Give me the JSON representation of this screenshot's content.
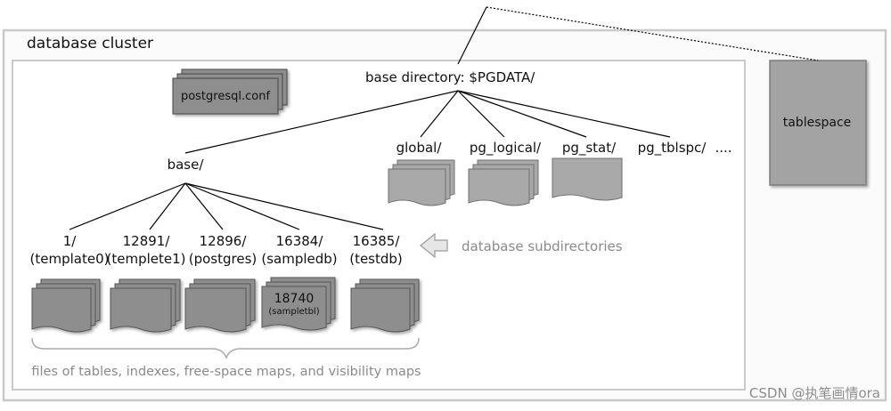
{
  "title": "database cluster",
  "base_directory": "base directory: $PGDATA/",
  "config_file": "postgresql.conf",
  "base_dir": "base/",
  "subdirs": [
    "global/",
    "pg_logical/",
    "pg_stat/",
    "pg_tblspc/",
    "...."
  ],
  "databases": [
    {
      "oid": "1/",
      "name": "(template0)"
    },
    {
      "oid": "12891/",
      "name": "(templete1)"
    },
    {
      "oid": "12896/",
      "name": "(postgres)"
    },
    {
      "oid": "16384/",
      "name": "(sampledb)"
    },
    {
      "oid": "16385/",
      "name": "(testdb)"
    }
  ],
  "database_subdirectories": "database subdirectories",
  "file_label": {
    "oid": "18740",
    "name": "(sampletbl)"
  },
  "files_caption": "files of tables, indexes, free-space maps, and visibility maps",
  "tablespace": "tablespace",
  "watermark": "CSDN @执笔画情ora",
  "colors": {
    "file_fill": "#8e8e8e",
    "file_fill_light": "#a9a9a9",
    "frame": "#c8c8c8",
    "line": "#000000"
  }
}
